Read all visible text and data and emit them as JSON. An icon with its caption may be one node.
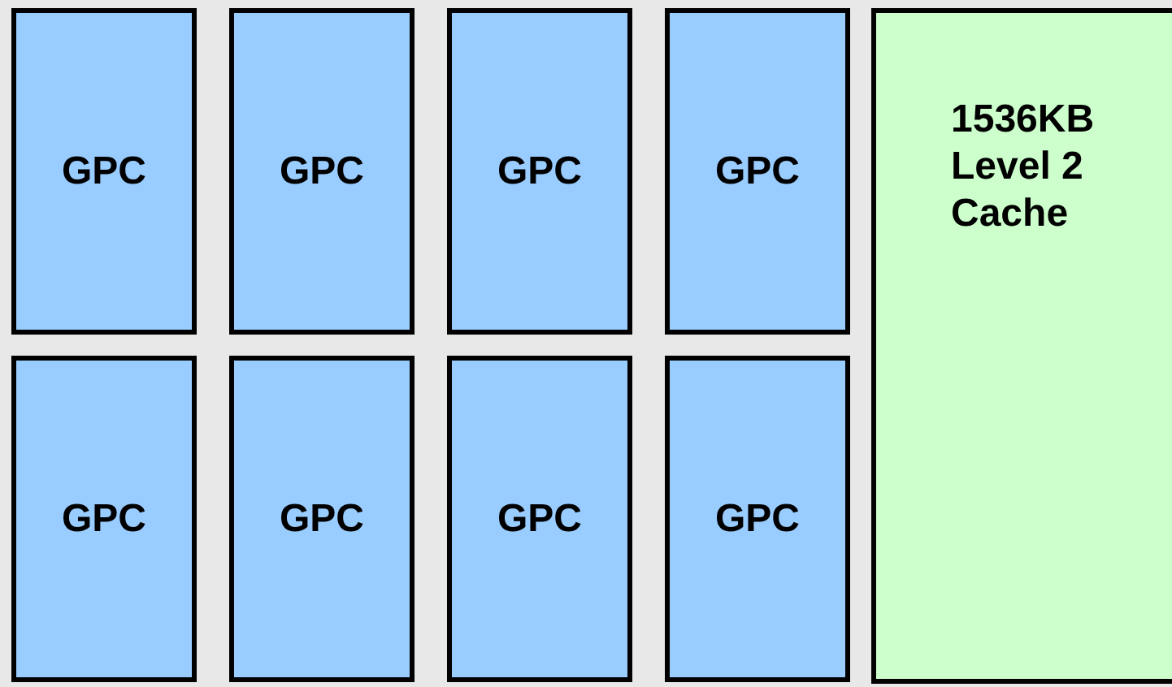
{
  "diagram": {
    "nodes": [
      {
        "text": [
          "GPC"
        ]
      },
      {
        "text": [
          "GPC"
        ]
      },
      {
        "text": [
          "GPC"
        ]
      },
      {
        "text": [
          "GPC"
        ]
      },
      {
        "text": [
          "GPC"
        ]
      },
      {
        "text": [
          "GPC"
        ]
      },
      {
        "text": [
          "GPC"
        ]
      },
      {
        "text": [
          "GPC"
        ]
      },
      {
        "text": [
          "1536KB Level 2 Cache"
        ]
      }
    ]
  }
}
